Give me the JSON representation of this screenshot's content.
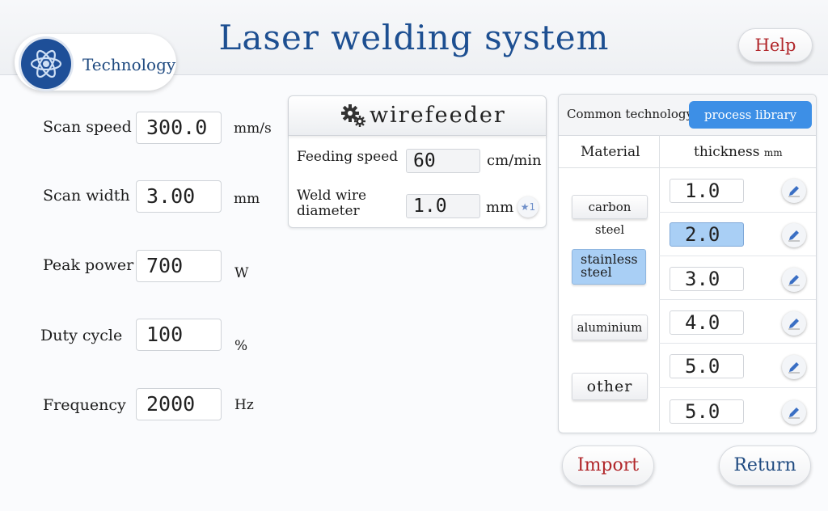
{
  "header": {
    "title": "Laser welding system",
    "tech_label": "Technology",
    "help_label": "Help"
  },
  "params": [
    {
      "label": "Scan speed",
      "value": "300.0",
      "unit": "mm/s"
    },
    {
      "label": "Scan width",
      "value": "3.00",
      "unit": "mm"
    },
    {
      "label": "Peak power",
      "value": "700",
      "unit": "W"
    },
    {
      "label": "Duty cycle",
      "value": "100",
      "unit": "%"
    },
    {
      "label": "Frequency",
      "value": "2000",
      "unit": "Hz"
    }
  ],
  "wirefeeder": {
    "title": "wirefeeder",
    "feed_label": "Feeding speed",
    "feed_value": "60",
    "feed_unit": "cm/min",
    "wire_label_1": "Weld wire",
    "wire_label_2": "diameter",
    "wire_value": "1.0",
    "wire_unit": "mm",
    "star_label": "★1"
  },
  "library": {
    "common_tab": "Common technology",
    "library_tab": "process library",
    "material_header": "Material",
    "thickness_header": "thickness",
    "thickness_unit": "mm",
    "materials": [
      "carbon steel",
      "stainless",
      "steel",
      "aluminium",
      "other"
    ],
    "thickness": [
      "1.0",
      "2.0",
      "3.0",
      "4.0",
      "5.0",
      "5.0"
    ]
  },
  "footer": {
    "import_label": "Import",
    "return_label": "Return"
  },
  "colors": {
    "title": "#1d4f91",
    "accent": "#3d8fe6",
    "selected": "#a9cff5",
    "alert": "#b1272b"
  }
}
